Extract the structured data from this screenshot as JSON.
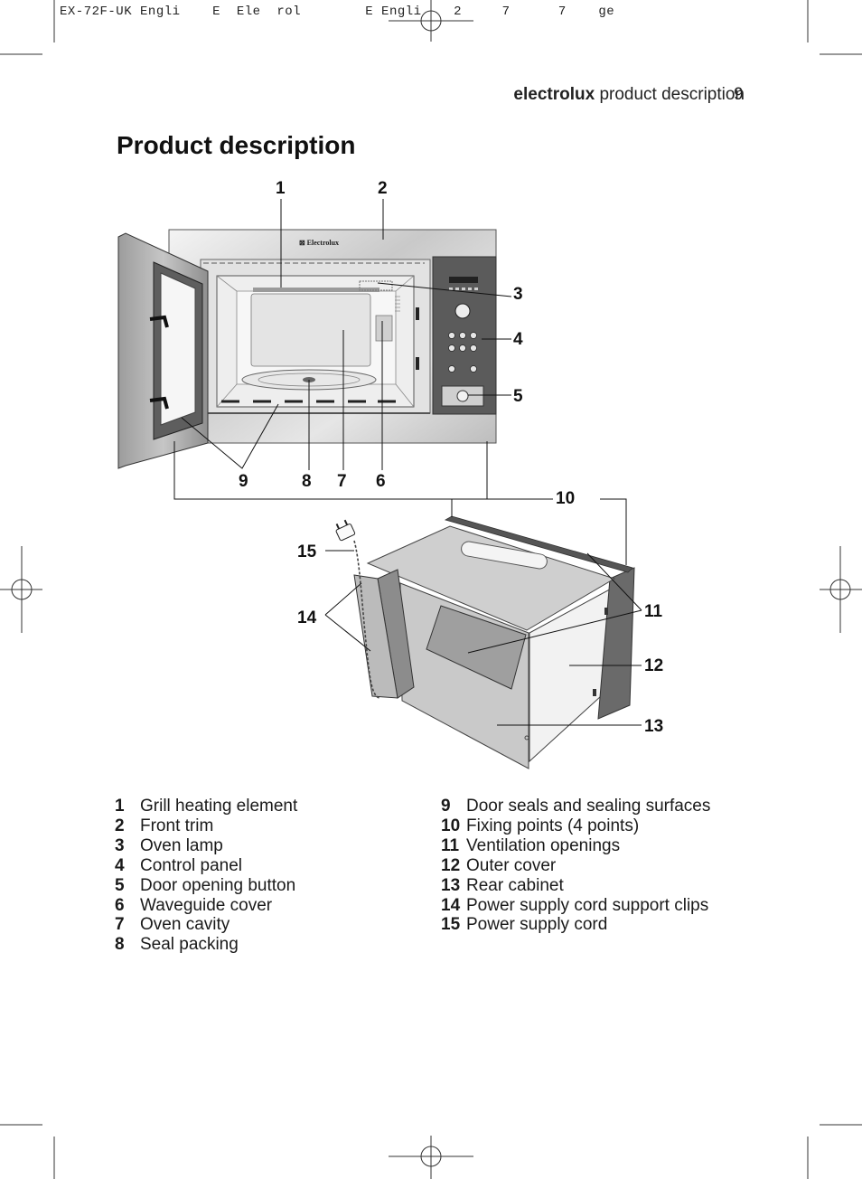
{
  "header": {
    "slug": "EX-72F-UK Engli    E  Ele  rol        E Engli    2     7      7    ge",
    "brand": "electrolux",
    "section": "product description",
    "page_number": "9"
  },
  "title": "Product description",
  "figure": {
    "brand_plate": "⊠ Electrolux",
    "callouts": [
      "1",
      "2",
      "3",
      "4",
      "5",
      "6",
      "7",
      "8",
      "9",
      "10",
      "11",
      "12",
      "13",
      "14",
      "15"
    ]
  },
  "legend": {
    "left": [
      {
        "num": "1",
        "text": "Grill heating element"
      },
      {
        "num": "2",
        "text": "Front trim"
      },
      {
        "num": "3",
        "text": "Oven lamp"
      },
      {
        "num": "4",
        "text": "Control panel"
      },
      {
        "num": "5",
        "text": "Door opening button"
      },
      {
        "num": "6",
        "text": "Waveguide cover"
      },
      {
        "num": "7",
        "text": "Oven cavity"
      },
      {
        "num": "8",
        "text": "Seal packing"
      }
    ],
    "right": [
      {
        "num": "9",
        "text": "Door seals and sealing surfaces"
      },
      {
        "num": "10",
        "text": "Fixing points (4 points)"
      },
      {
        "num": "11",
        "text": "Ventilation openings"
      },
      {
        "num": "12",
        "text": "Outer cover"
      },
      {
        "num": "13",
        "text": "Rear cabinet"
      },
      {
        "num": "14",
        "text": "Power supply cord support clips"
      },
      {
        "num": "15",
        "text": "Power supply cord"
      }
    ]
  }
}
